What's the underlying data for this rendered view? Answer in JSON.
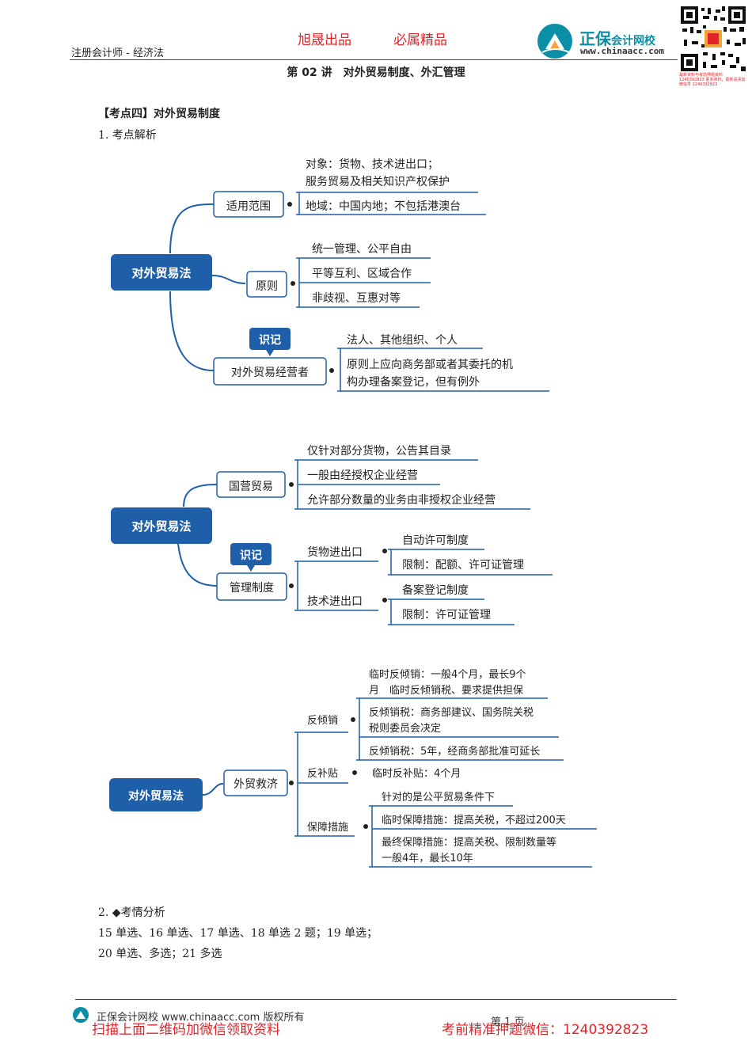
{
  "header": {
    "course": "注册会计师 - 经济法",
    "tag1": "旭晟出品",
    "tag2": "必属精品",
    "logo_name": "正保",
    "logo_suffix": "会计网校",
    "logo_url": "www.chinaacc.com",
    "qr_caption": "最新资料与考前押题资料 1240392823 更多资料，更新请添加微信号 1240392823",
    "lecture": "第 02 讲　对外贸易制度、外汇管理"
  },
  "section": {
    "title": "【考点四】对外贸易制度",
    "sub1": "1. 考点解析",
    "sub2": "2. ◆考情分析",
    "lines": [
      "15 单选、16 单选、17 单选、18 单选 2 题；19 单选；",
      "20 单选、多选；21 多选"
    ]
  },
  "map1": {
    "root": "对外贸易法",
    "b1": "适用范围",
    "b1_l1a": "对象：货物、技术进出口；",
    "b1_l1b": "服务贸易及相关知识产权保护",
    "b1_l2": "地域：中国内地；不包括港澳台",
    "b2": "原则",
    "b2_l1": "统一管理、公平自由",
    "b2_l2": "平等互利、区域合作",
    "b2_l3": "非歧视、互惠对等",
    "tag": "识记",
    "b3": "对外贸易经营者",
    "b3_l1": "法人、其他组织、个人",
    "b3_l2a": "原则上应向商务部或者其委托的机",
    "b3_l2b": "构办理备案登记，但有例外"
  },
  "map2": {
    "root": "对外贸易法",
    "b1": "国营贸易",
    "b1_l1": "仅针对部分货物，公告其目录",
    "b1_l2": "一般由经授权企业经营",
    "b1_l3": "允许部分数量的业务由非授权企业经营",
    "tag": "识记",
    "b2": "管理制度",
    "b2_s1": "货物进出口",
    "b2_s1_l1": "自动许可制度",
    "b2_s1_l2": "限制：配额、许可证管理",
    "b2_s2": "技术进出口",
    "b2_s2_l1": "备案登记制度",
    "b2_s2_l2": "限制：许可证管理"
  },
  "map3": {
    "root": "对外贸易法",
    "b1": "外贸救济",
    "s1": "反倾销",
    "s1_l1a": "临时反倾销：一般4个月，最长9个",
    "s1_l1b": "月　临时反倾销税、要求提供担保",
    "s1_l2a": "反倾销税：商务部建议、国务院关税",
    "s1_l2b": "税则委员会决定",
    "s1_l3": "反倾销税：5年，经商务部批准可延长",
    "s2": "反补贴",
    "s2_l1": "临时反补贴：4个月",
    "s3": "保障措施",
    "s3_l1": "针对的是公平贸易条件下",
    "s3_l2": "临时保障措施：提高关税，不超过200天",
    "s3_l3a": "最终保障措施：提高关税、限制数量等",
    "s3_l3b": "一般4年，最长10年"
  },
  "footer": {
    "copyright": "正保会计网校 www.chinaacc.com 版权所有",
    "page": "第 1 页",
    "promo_left": "扫描上面二维码加微信领取资料",
    "promo_right": "考前精准押题微信：1240392823"
  },
  "colors": {
    "accent_blue": "#1f5ea8",
    "brand_teal": "#0a8fa6",
    "red": "#e0242a"
  }
}
